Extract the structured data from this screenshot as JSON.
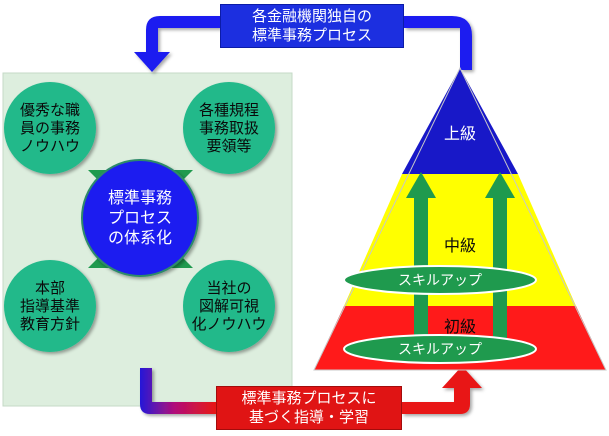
{
  "top_label": "各金融機関独自の\n標準事務プロセス",
  "bottom_label": "標準事務プロセスに\n基づく指導・学習",
  "center_circle": "標準事務\nプロセス\nの体系化",
  "source_circles": {
    "top_left": "優秀な職\n員の事務\nノウハウ",
    "top_right": "各種規程\n事務取扱\n要領等",
    "bottom_left": "本部\n指導基準\n教育方針",
    "bottom_right": "当社の\n図解可視\n化ノウハウ"
  },
  "pyramid": {
    "levels": {
      "upper": "上級",
      "middle": "中級",
      "beginner": "初級"
    },
    "skill_ups": [
      "スキルアップ",
      "スキルアップ"
    ]
  },
  "colors": {
    "panel_background": "#ddeede",
    "circle_green": "#23b98a",
    "center_blue": "#1c1cf0",
    "arrow_green": "#1f9a4e",
    "top_label_blue": "#1c2fe0",
    "bottom_label_red": "#e01414",
    "pyramid_upper": "#1818c8",
    "pyramid_middle": "#ffff00",
    "pyramid_beginner": "#ff1a1a",
    "skill_ellipse": "#1f9a4e"
  }
}
